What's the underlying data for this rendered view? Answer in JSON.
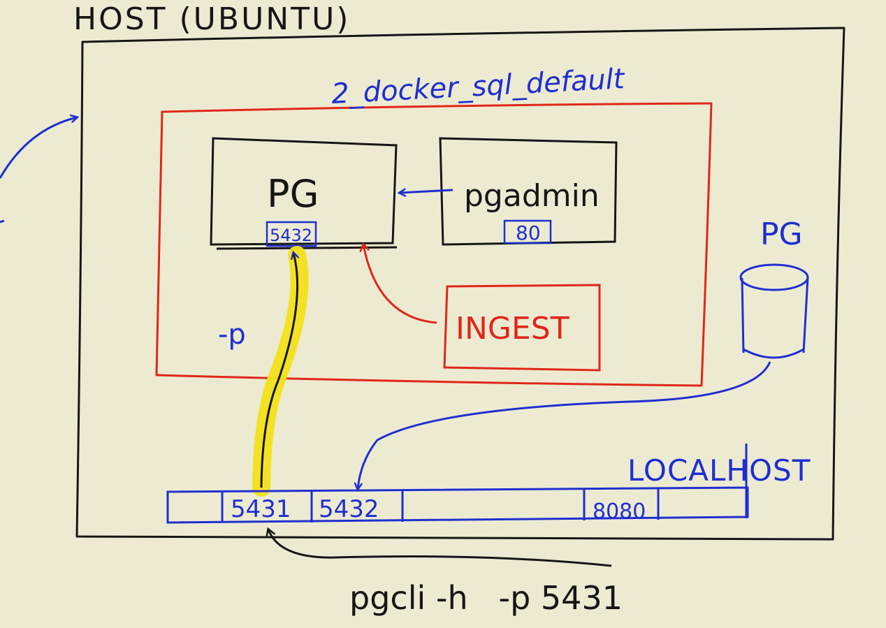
{
  "host": {
    "label": "HOST (UBUNTU)"
  },
  "network": {
    "label": "2_docker_sql_default"
  },
  "containers": {
    "pg": {
      "label": "PG",
      "port": "5432"
    },
    "pgadmin": {
      "label": "pgadmin",
      "port": "80"
    },
    "ingest": {
      "label": "INGEST"
    }
  },
  "publish_flag": "-p",
  "local_pg": {
    "label": "PG"
  },
  "localhost": {
    "label": "LOCALHOST",
    "ports": [
      "5431",
      "5432",
      "8080"
    ]
  },
  "command": "pgcli -h   -p 5431",
  "colors": {
    "background": "#ecebd2",
    "black_ink": "#161616",
    "blue_ink": "#1f2ed0",
    "red_ink": "#e0261b",
    "highlight": "#f3e11a"
  }
}
